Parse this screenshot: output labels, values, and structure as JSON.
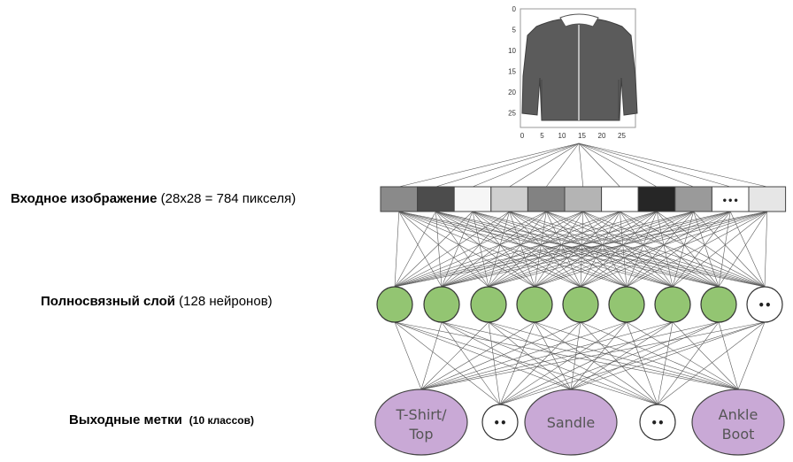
{
  "labels": {
    "input_bold": "Входное изображение",
    "input_rest": " (28x28 = 784 пикселя)",
    "hidden_bold": "Полносвязный слой",
    "hidden_rest": " (128 нейронов)",
    "output_bold": "Выходные метки",
    "output_rest": "(10 классов)"
  },
  "image_axes": {
    "x_ticks": [
      "0",
      "5",
      "10",
      "15",
      "20",
      "25"
    ],
    "y_ticks": [
      "0",
      "5",
      "10",
      "15",
      "20",
      "25"
    ]
  },
  "input_layer": {
    "cell_fills": [
      "#8a8a8a",
      "#4c4c4c",
      "#f6f6f6",
      "#cfcfcf",
      "#828282",
      "#b4b4b4",
      "#ffffff",
      "#262626",
      "#9a9a9a",
      "#ffffff",
      "#e6e6e6"
    ],
    "ellipsis": "•••"
  },
  "hidden_layer": {
    "neuron_color": "#93c572",
    "ellipsis": "••"
  },
  "output_layer": {
    "class_color": "#c9a9d6",
    "nodes": [
      {
        "kind": "class",
        "line1": "T-Shirt/",
        "line2": "Top"
      },
      {
        "kind": "dots",
        "text": "••"
      },
      {
        "kind": "class",
        "line1": "Sandle",
        "line2": ""
      },
      {
        "kind": "dots",
        "text": "••"
      },
      {
        "kind": "class",
        "line1": "Ankle",
        "line2": "Boot"
      }
    ]
  }
}
